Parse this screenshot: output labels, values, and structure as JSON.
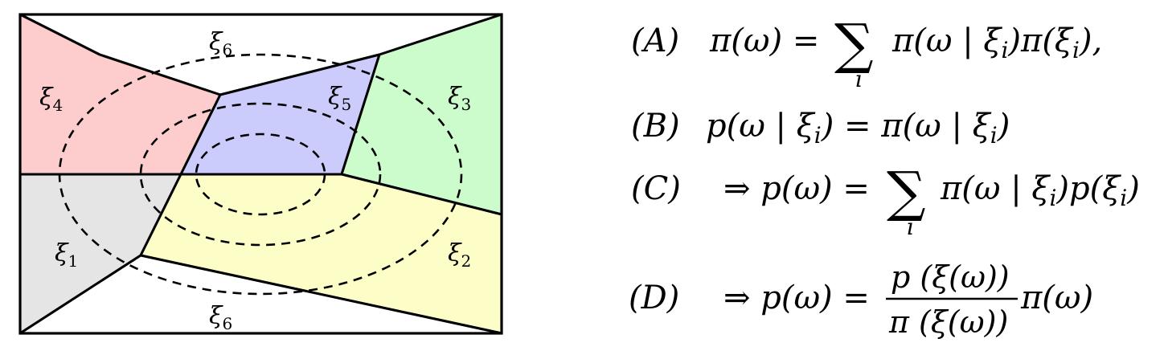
{
  "regions": [
    {
      "id": "xi1",
      "label": "ξ",
      "sub": "1",
      "color": "#e5e5e5"
    },
    {
      "id": "xi2",
      "label": "ξ",
      "sub": "2",
      "color": "#fdfdc8"
    },
    {
      "id": "xi3",
      "label": "ξ",
      "sub": "3",
      "color": "#ccfccc"
    },
    {
      "id": "xi4",
      "label": "ξ",
      "sub": "4",
      "color": "#fdcccc"
    },
    {
      "id": "xi5",
      "label": "ξ",
      "sub": "5",
      "color": "#ccccfc"
    },
    {
      "id": "xi6_top",
      "label": "ξ",
      "sub": "6",
      "color": "#ffffff"
    },
    {
      "id": "xi6_bottom",
      "label": "ξ",
      "sub": "6",
      "color": "#ffffff"
    }
  ],
  "equations": {
    "A": {
      "tag": "(A)",
      "lhs": "π(ω) =",
      "sum": "∑",
      "index": "i",
      "rhs": "π(ω | ξ",
      "rhs_sub": "i",
      "rhs2": ")π(ξ",
      "rhs2_sub": "i",
      "rhs3": "),"
    },
    "B": {
      "tag": "(B)",
      "lhs": "p(ω | ξ",
      "lhs_sub": "i",
      "rhs": ") = π(ω | ξ",
      "rhs_sub": "i",
      "rhs2": ")"
    },
    "C": {
      "tag": "(C)",
      "lhs": "⇒ p(ω) =",
      "sum": "∑",
      "index": "i",
      "rhs": "π(ω | ξ",
      "rhs_sub": "i",
      "rhs2": ")p(ξ",
      "rhs2_sub": "i",
      "rhs3": ")"
    },
    "D": {
      "tag": "(D)",
      "lhs": "⇒ p(ω) =",
      "num": "p (ξ(ω))",
      "den": "π (ξ(ω))",
      "rhs": "π(ω)"
    }
  }
}
